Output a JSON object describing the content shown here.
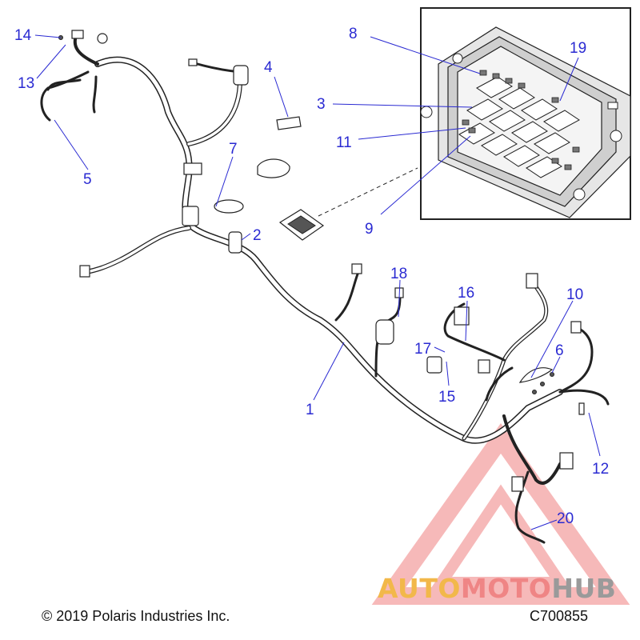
{
  "diagram": {
    "callouts": [
      {
        "id": "1",
        "text": "1"
      },
      {
        "id": "2",
        "text": "2"
      },
      {
        "id": "3",
        "text": "3"
      },
      {
        "id": "4",
        "text": "4"
      },
      {
        "id": "5",
        "text": "5"
      },
      {
        "id": "6",
        "text": "6"
      },
      {
        "id": "7",
        "text": "7"
      },
      {
        "id": "8",
        "text": "8"
      },
      {
        "id": "9",
        "text": "9"
      },
      {
        "id": "10",
        "text": "10"
      },
      {
        "id": "11",
        "text": "11"
      },
      {
        "id": "12",
        "text": "12"
      },
      {
        "id": "13",
        "text": "13"
      },
      {
        "id": "14",
        "text": "14"
      },
      {
        "id": "15",
        "text": "15"
      },
      {
        "id": "16",
        "text": "16"
      },
      {
        "id": "17",
        "text": "17"
      },
      {
        "id": "18",
        "text": "18"
      },
      {
        "id": "19",
        "text": "19"
      },
      {
        "id": "20",
        "text": "20"
      }
    ],
    "colors": {
      "callout": "#2a2ad2",
      "line_art": "#222222",
      "watermark_triangle": "#f08080",
      "watermark_yellow": "#f2b84a",
      "watermark_pink": "#ef8585",
      "watermark_gray": "#9a9a9a"
    }
  },
  "footer": {
    "copyright": "© 2019 Polaris Industries Inc.",
    "drawing_id": "C700855"
  },
  "watermark": {
    "part_a": "AUTO",
    "part_b": "MOTO",
    "part_c": "HUB"
  }
}
